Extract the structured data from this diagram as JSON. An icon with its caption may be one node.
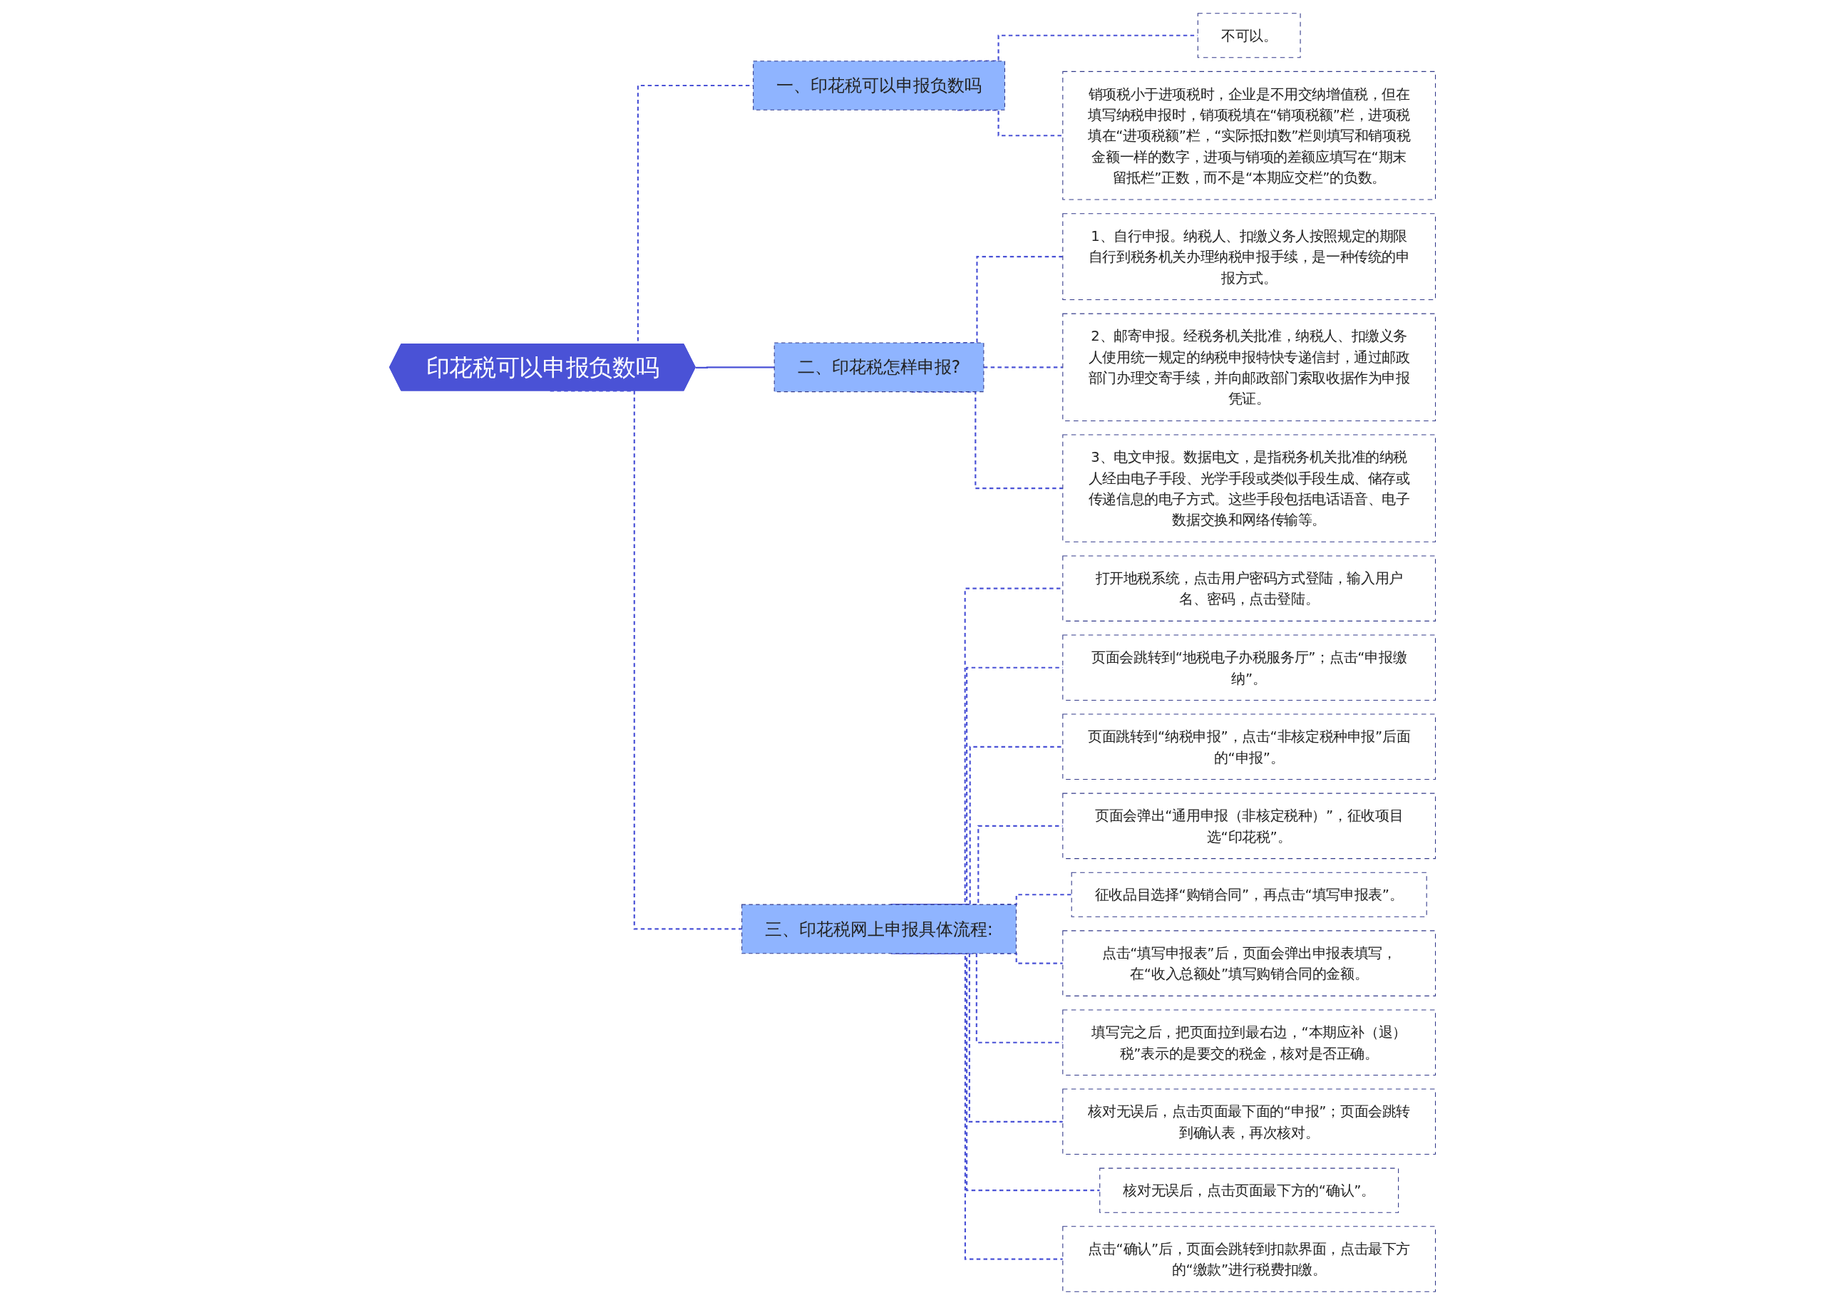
{
  "diagram": {
    "nodes": [
      {
        "text": [
          "印花税可以申报负数吗"
        ]
      },
      {
        "text": [
          "一、印花税可以申报负数吗"
        ]
      },
      {
        "text": [
          "不可以。"
        ]
      },
      {
        "text": [
          "销项税小于进项税时，企业是不用交纳增值税，但在填写纳税申报时，销项税填在“销项税额”栏，进项税填在“进项税额”栏，“实际抵扣数”栏则填写和销项税金额一样的数字，进项与销项的差额应填写在“期末留抵栏”正数，而不是“本期应交栏”的负数。"
        ]
      },
      {
        "text": [
          "二、印花税怎样申报?"
        ]
      },
      {
        "text": [
          "1、自行申报。纳税人、扣缴义务人按照规定的期限自行到税务机关办理纳税申报手续，是一种传统的申报方式。"
        ]
      },
      {
        "text": [
          "2、邮寄申报。经税务机关批准，纳税人、扣缴义务人使用统一规定的纳税申报特快专递信封，通过邮政部门办理交寄手续，并向邮政部门索取收据作为申报凭证。"
        ]
      },
      {
        "text": [
          "3、电文申报。数据电文，是指税务机关批准的纳税人经由电子手段、光学手段或类似手段生成、储存或传递信息的电子方式。这些手段包括电话语音、电子数据交换和网络传输等。"
        ]
      },
      {
        "text": [
          "三、印花税网上申报具体流程:"
        ]
      },
      {
        "text": [
          "打开地税系统，点击用户密码方式登陆，输入用户名、密码，点击登陆。"
        ]
      },
      {
        "text": [
          "页面会跳转到“地税电子办税服务厅”；点击“申报缴纳”。"
        ]
      },
      {
        "text": [
          "页面跳转到“纳税申报”，点击“非核定税种申报”后面的“申报”。"
        ]
      },
      {
        "text": [
          "页面会弹出“通用申报（非核定税种）”，征收项目选“印花税”。"
        ]
      },
      {
        "text": [
          "征收品目选择“购销合同”，再点击“填写申报表”。"
        ]
      },
      {
        "text": [
          "点击“填写申报表”后，页面会弹出申报表填写，在“收入总额处”填写购销合同的金额。"
        ]
      },
      {
        "text": [
          "填写完之后，把页面拉到最右边，“本期应补（退）税”表示的是要交的税金，核对是否正确。"
        ]
      },
      {
        "text": [
          "核对无误后，点击页面最下面的“申报”；页面会跳转到确认表，再次核对。"
        ]
      },
      {
        "text": [
          "核对无误后，点击页面最下方的“确认”。"
        ]
      },
      {
        "text": [
          "点击“确认”后，页面会跳转到扣款界面，点击最下方的“缴款”进行税费扣缴。"
        ]
      }
    ],
    "edges": [
      {
        "from": 0,
        "to": 1,
        "arrow": "none",
        "style": "dashed"
      },
      {
        "from": 1,
        "to": 2,
        "arrow": "none",
        "style": "dashed"
      },
      {
        "from": 1,
        "to": 3,
        "arrow": "none",
        "style": "dashed"
      },
      {
        "from": 0,
        "to": 4,
        "arrow": "none"
      },
      {
        "from": 4,
        "to": 5,
        "arrow": "none",
        "style": "dashed"
      },
      {
        "from": 4,
        "to": 6,
        "arrow": "none",
        "style": "dashed"
      },
      {
        "from": 4,
        "to": 7,
        "arrow": "none",
        "style": "dashed"
      },
      {
        "from": 0,
        "to": 8,
        "arrow": "none",
        "style": "dashed"
      },
      {
        "from": 8,
        "to": 9,
        "arrow": "none",
        "style": "dashed"
      },
      {
        "from": 8,
        "to": 10,
        "arrow": "none",
        "style": "dashed"
      },
      {
        "from": 8,
        "to": 11,
        "arrow": "none",
        "style": "dashed"
      },
      {
        "from": 8,
        "to": 12,
        "arrow": "none",
        "style": "dashed"
      },
      {
        "from": 8,
        "to": 13,
        "arrow": "none",
        "style": "dashed"
      },
      {
        "from": 8,
        "to": 14,
        "arrow": "none",
        "style": "dashed"
      },
      {
        "from": 8,
        "to": 15,
        "arrow": "none",
        "style": "dashed"
      },
      {
        "from": 8,
        "to": 16,
        "arrow": "none",
        "style": "dashed"
      },
      {
        "from": 8,
        "to": 17,
        "arrow": "none",
        "style": "dashed"
      },
      {
        "from": 8,
        "to": 18,
        "arrow": "none",
        "style": "dashed"
      }
    ]
  }
}
